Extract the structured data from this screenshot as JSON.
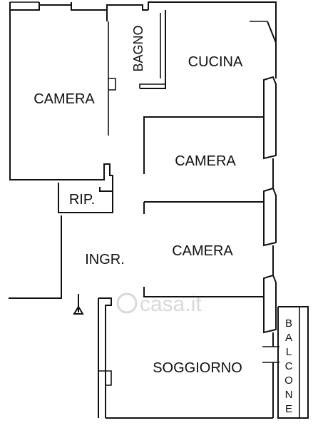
{
  "rooms": {
    "camera_nw": "CAMERA",
    "bagno": "BAGNO",
    "cucina": "CUCINA",
    "camera_mid": "CAMERA",
    "rip": "RIP.",
    "camera_se": "CAMERA",
    "ingr": "INGR.",
    "soggiorno": "SOGGIORNO"
  },
  "balcone_letters": [
    "B",
    "A",
    "L",
    "C",
    "O",
    "N",
    "E"
  ],
  "watermark": "casa.it"
}
